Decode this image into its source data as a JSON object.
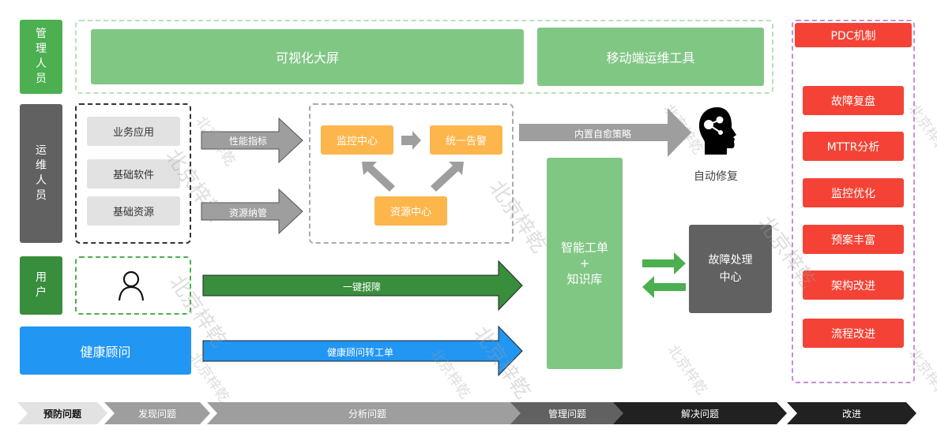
{
  "roles": {
    "management": "管理人员",
    "ops": "运维人员",
    "user": "用户",
    "health_advisor": "健康顾问"
  },
  "management_tools": {
    "big_screen": "可视化大屏",
    "mobile_tool": "移动端运维工具"
  },
  "ops_layers": [
    "业务应用",
    "基础软件",
    "基础资源"
  ],
  "arrows": {
    "performance_metrics": "性能指标",
    "resource_management": "资源纳管",
    "self_healing": "内置自愈策略",
    "one_click_report": "一键报障",
    "advisor_ticket": "健康顾问转工单"
  },
  "monitor_group": {
    "monitor_center": "监控中心",
    "unified_alert": "统一告警",
    "resource_center": "资源中心"
  },
  "auto_repair": {
    "icon": "head-network-icon",
    "label": "自动修复"
  },
  "ticket_kb": {
    "line1": "智能工单",
    "line2": "+",
    "line3": "知识库"
  },
  "fault_center": {
    "line1": "故障处理",
    "line2": "中心"
  },
  "pdc": {
    "title": "PDC机制",
    "items": [
      "故障复盘",
      "MTTR分析",
      "监控优化",
      "预案丰富",
      "架构改进",
      "流程改进"
    ]
  },
  "process_steps": [
    {
      "label": "预防问题",
      "color": "#e2e2e2",
      "text_color": "#111111"
    },
    {
      "label": "发现问题",
      "color": "#9e9e9e",
      "text_color": "#ffffff"
    },
    {
      "label": "分析问题",
      "color": "#9e9e9e",
      "text_color": "#ffffff"
    },
    {
      "label": "管理问题",
      "color": "#616161",
      "text_color": "#ffffff"
    },
    {
      "label": "解决问题",
      "color": "#212121",
      "text_color": "#ffffff"
    },
    {
      "label": "改进",
      "color": "#212121",
      "text_color": "#ffffff"
    }
  ],
  "watermark": "北京梓乾",
  "colors": {
    "green_dark": "#4caf50",
    "green_light": "#81c784",
    "gray_dark": "#616161",
    "orange": "#fcb64b",
    "red": "#f44336",
    "blue": "#2196f3",
    "purple_dash": "#c58fd4"
  }
}
